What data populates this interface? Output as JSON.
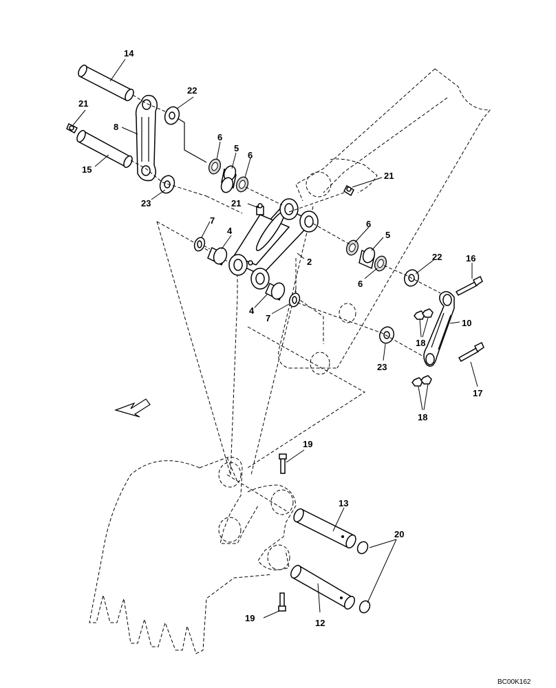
{
  "diagram": {
    "reference_code": "BC00K162",
    "callouts": {
      "c14": "14",
      "c21a": "21",
      "c8": "8",
      "c15": "15",
      "c22a": "22",
      "c23a": "23",
      "c6a": "6",
      "c5a": "5",
      "c6b": "6",
      "c21b": "21",
      "c21c": "21",
      "c7a": "7",
      "c4a": "4",
      "c2": "2",
      "c4b": "4",
      "c7b": "7",
      "c6c": "6",
      "c5b": "5",
      "c6d": "6",
      "c22b": "22",
      "c16": "16",
      "c10": "10",
      "c18a": "18",
      "c23b": "23",
      "c17": "17",
      "c18b": "18",
      "c19a": "19",
      "c13": "13",
      "c20": "20",
      "c19b": "19",
      "c12": "12"
    }
  }
}
